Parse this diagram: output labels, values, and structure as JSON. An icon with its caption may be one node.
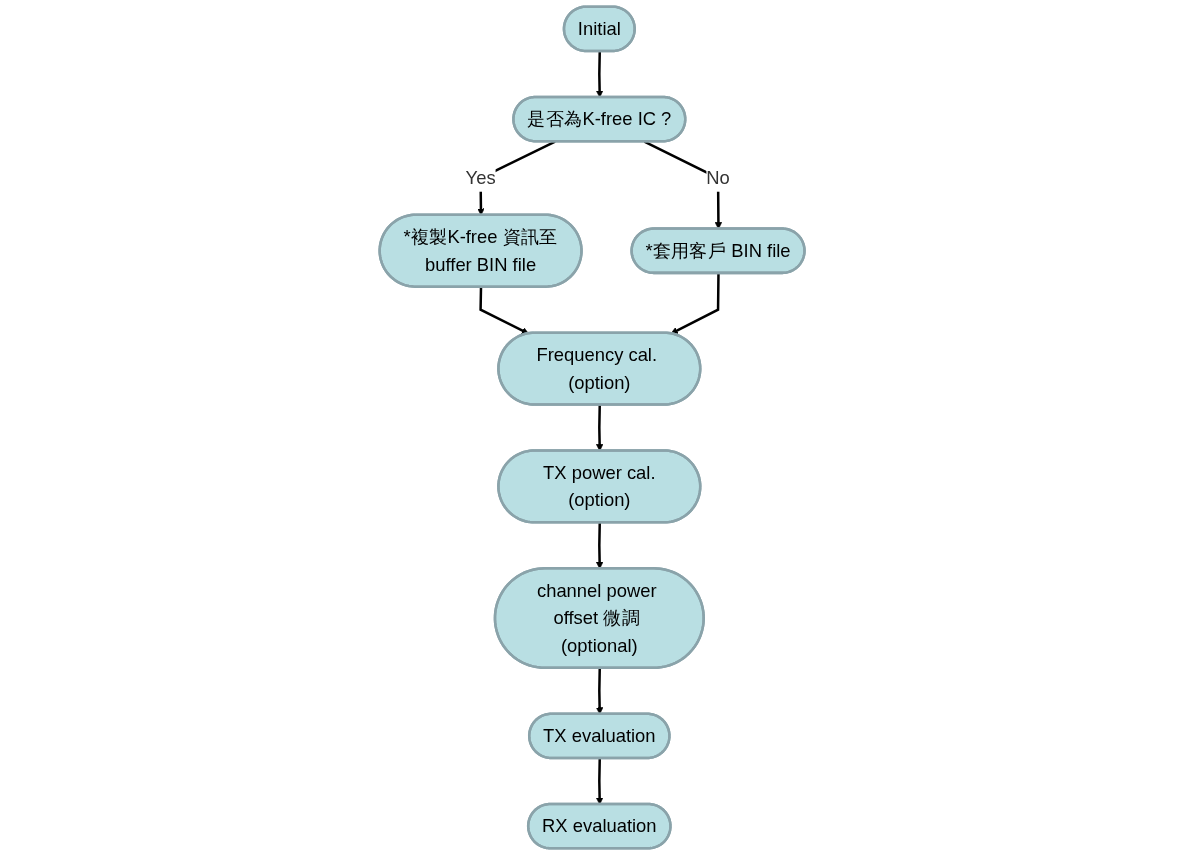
{
  "diagram": {
    "nodes": [
      {
        "text": [
          "Initial"
        ]
      },
      {
        "text": [
          "是否為K-free IC ?"
        ]
      },
      {
        "text": [
          "*複製K-free 資訊至buffer BIN file"
        ]
      },
      {
        "text": [
          "*套用客戶 BIN file"
        ]
      },
      {
        "text": [
          "Frequency cal. (option)"
        ]
      },
      {
        "text": [
          "TX power cal.(option)"
        ]
      },
      {
        "text": [
          "channel power offset 微調 (optional)"
        ]
      },
      {
        "text": [
          "TX evaluation"
        ]
      },
      {
        "text": [
          "RX evaluation"
        ]
      }
    ],
    "edges": [
      {
        "from": 0,
        "to": 1,
        "arrow": "to"
      },
      {
        "from": 1,
        "to": 2,
        "arrow": "to",
        "label": "Yes"
      },
      {
        "from": 1,
        "to": 3,
        "arrow": "to",
        "label": "No"
      },
      {
        "from": 2,
        "to": 4,
        "arrow": "to"
      },
      {
        "from": 3,
        "to": 4,
        "arrow": "to"
      },
      {
        "from": 4,
        "to": 5,
        "arrow": "to"
      },
      {
        "from": 5,
        "to": 6,
        "arrow": "to"
      },
      {
        "from": 6,
        "to": 7,
        "arrow": "to"
      },
      {
        "from": 7,
        "to": 8,
        "arrow": "to"
      }
    ]
  }
}
